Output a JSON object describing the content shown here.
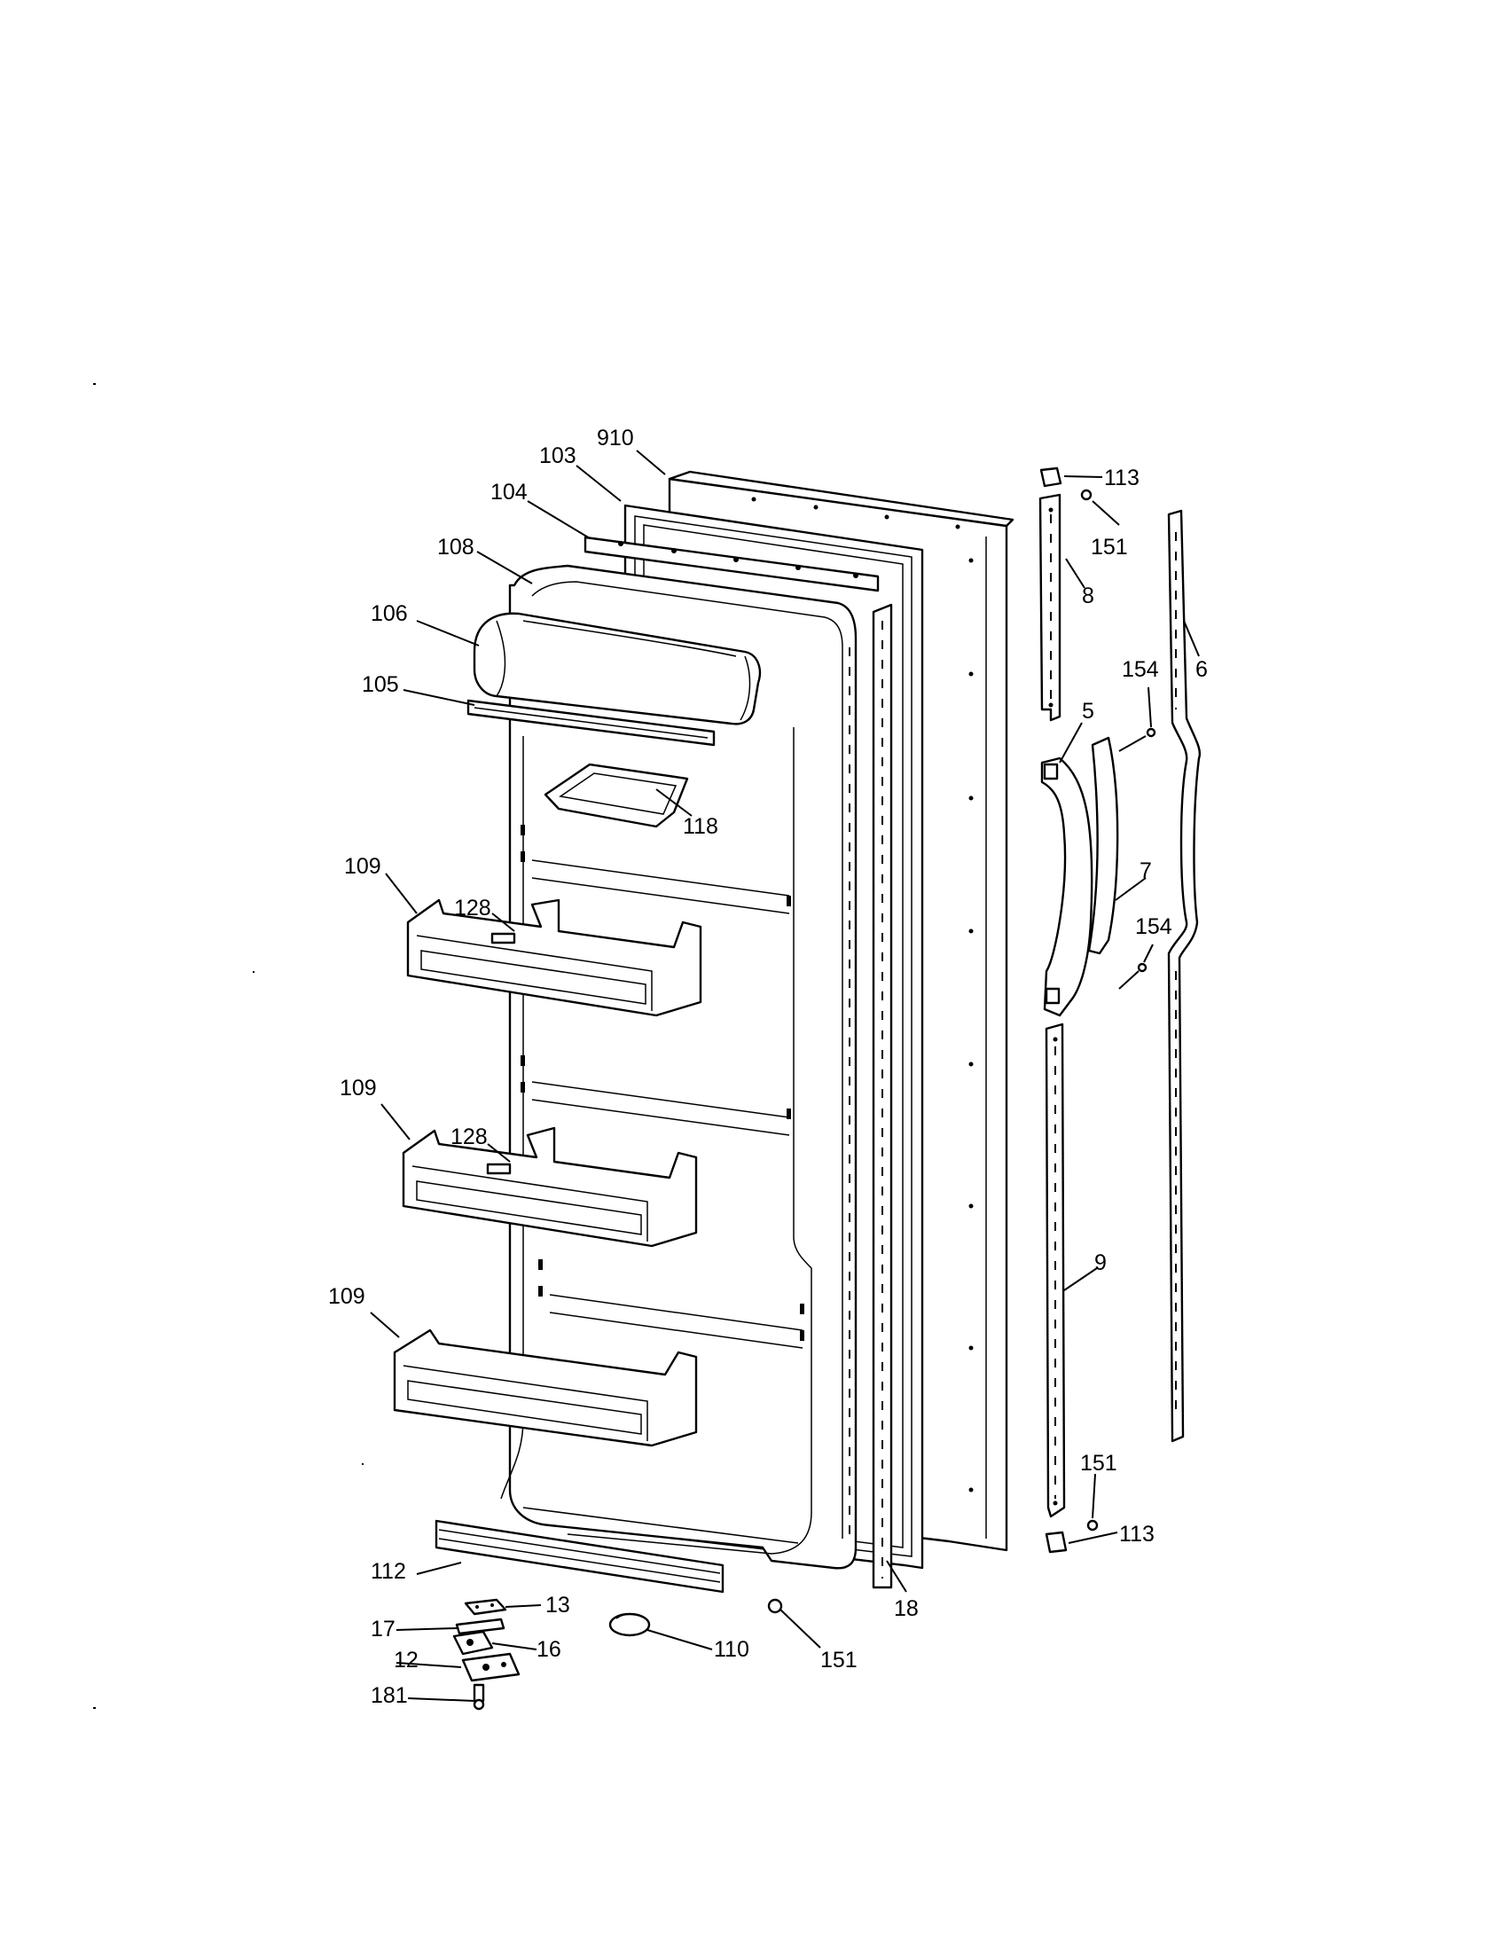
{
  "callouts": {
    "c910": "910",
    "c103": "103",
    "c104": "104",
    "c108": "108",
    "c106": "106",
    "c105": "105",
    "c118": "118",
    "c109a": "109",
    "c128a": "128",
    "c109b": "109",
    "c128b": "128",
    "c109c": "109",
    "c112": "112",
    "c17": "17",
    "c13": "13",
    "c16": "16",
    "c12": "12",
    "c181": "181",
    "c110": "110",
    "c151a": "151",
    "c18": "18",
    "c113a": "113",
    "c151b": "151",
    "c8": "8",
    "c6": "6",
    "c154a": "154",
    "c5": "5",
    "c7": "7",
    "c154b": "154",
    "c9": "9",
    "c151c": "151",
    "c113b": "113"
  }
}
